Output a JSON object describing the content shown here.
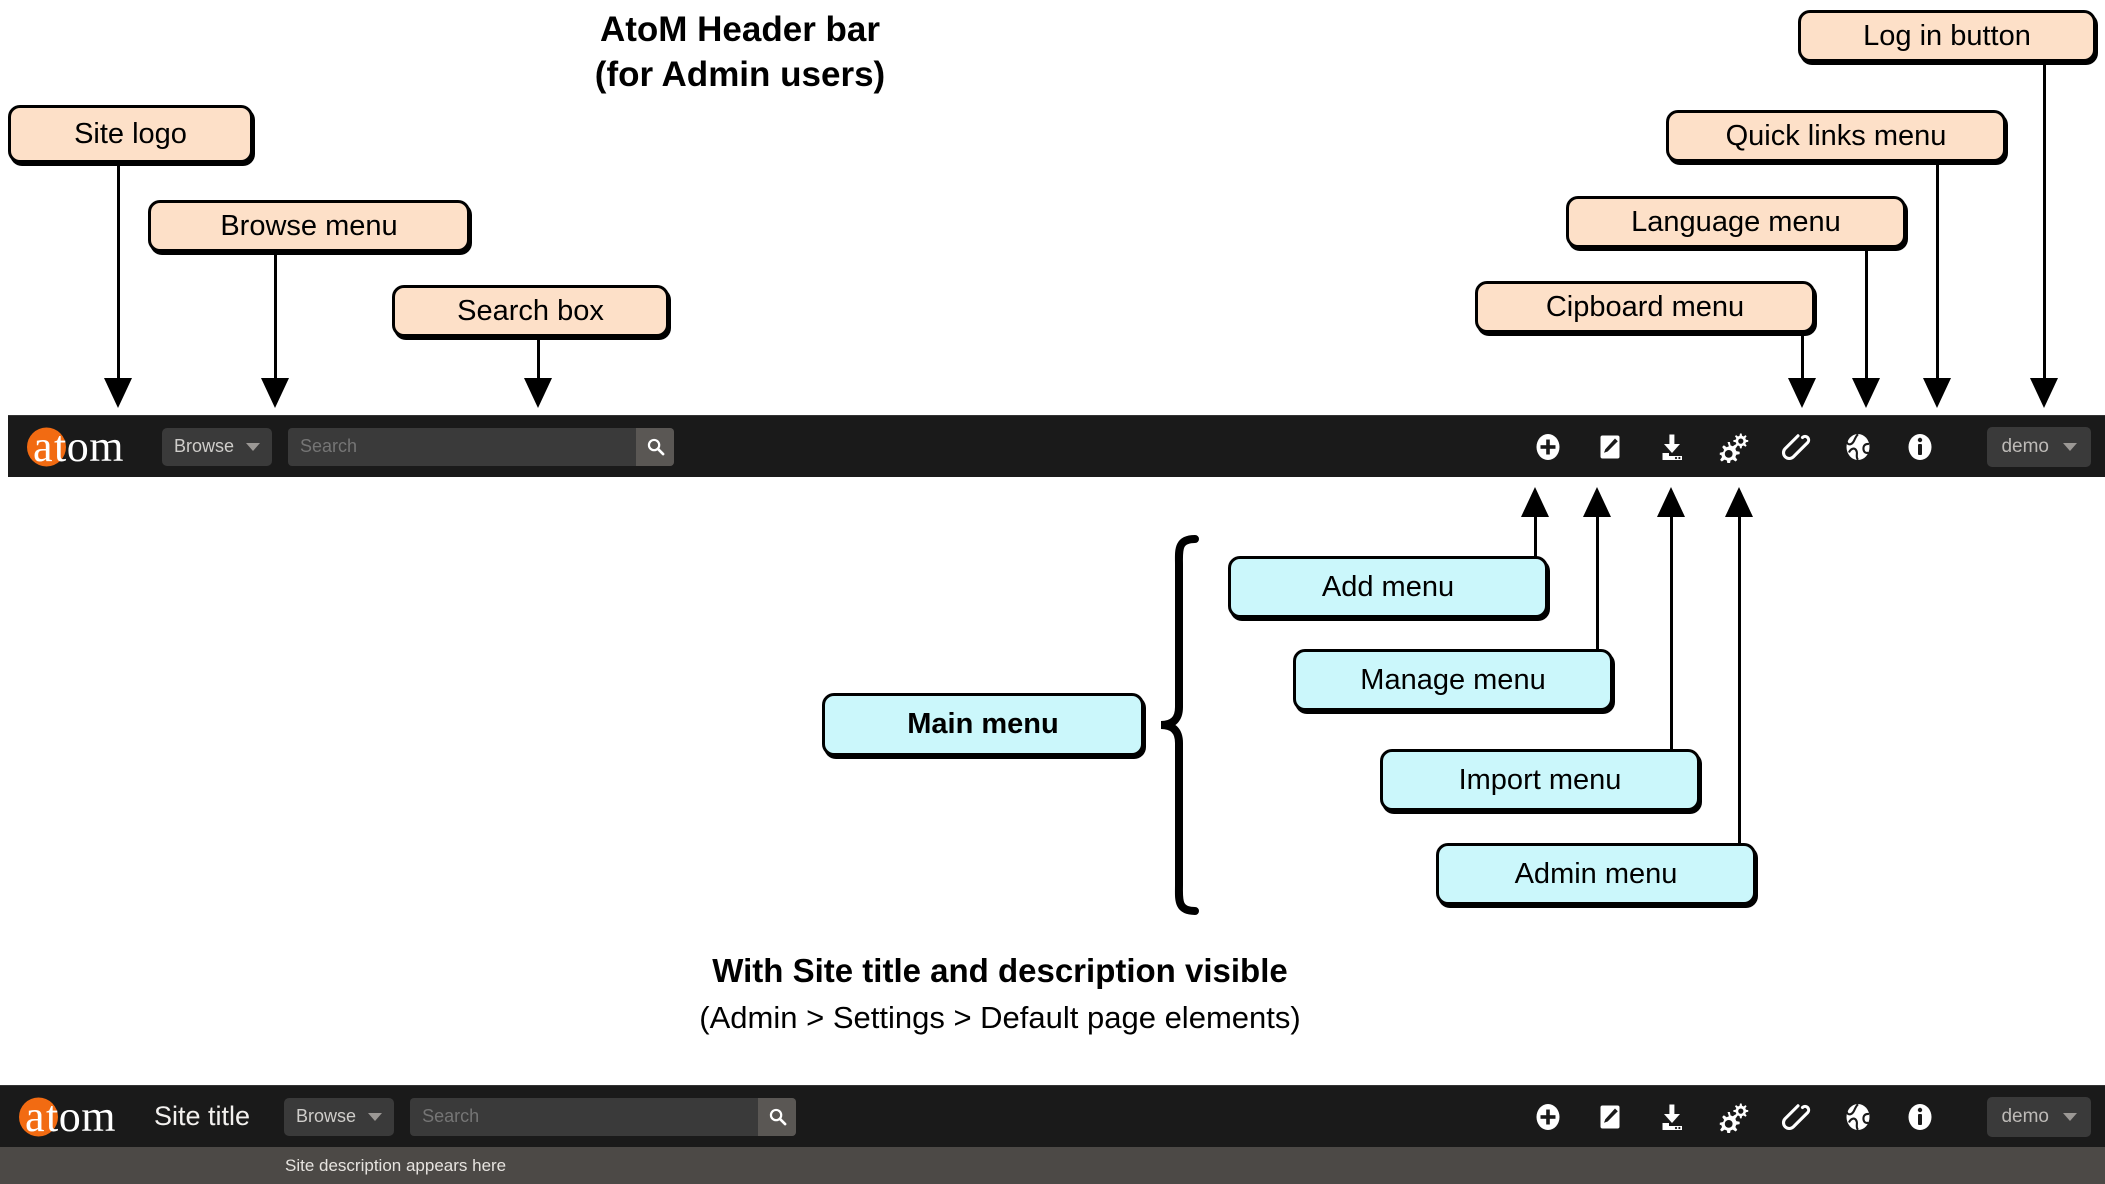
{
  "titles": {
    "main_line1": "AtoM Header bar",
    "main_line2": "(for Admin users)",
    "section_main": "With Site title and description visible",
    "section_sub": "(Admin > Settings > Default page elements)"
  },
  "callouts": {
    "site_logo": "Site logo",
    "browse_menu": "Browse menu",
    "search_box": "Search box",
    "clipboard_menu": "Cipboard menu",
    "language_menu": "Language menu",
    "quick_links_menu": "Quick links menu",
    "log_in_button": "Log in button",
    "main_menu": "Main menu",
    "add_menu": "Add menu",
    "manage_menu": "Manage menu",
    "import_menu": "Import menu",
    "admin_menu": "Admin menu"
  },
  "header_bar": {
    "logo_a": "a",
    "logo_rest": "tom",
    "browse_label": "Browse",
    "search_placeholder": "Search",
    "search_value": "",
    "user_label": "demo",
    "icons": [
      {
        "name": "add-circle-icon",
        "title": "Add menu"
      },
      {
        "name": "edit-pencil-icon",
        "title": "Manage menu"
      },
      {
        "name": "import-download-icon",
        "title": "Import menu"
      },
      {
        "name": "gears-admin-icon",
        "title": "Admin menu"
      },
      {
        "name": "paperclip-clipboard-icon",
        "title": "Clipboard menu"
      },
      {
        "name": "globe-language-icon",
        "title": "Language menu"
      },
      {
        "name": "info-quicklinks-icon",
        "title": "Quick links menu"
      }
    ]
  },
  "header_bar_with_title": {
    "logo_a": "a",
    "logo_rest": "tom",
    "site_title": "Site title",
    "browse_label": "Browse",
    "search_placeholder": "Search",
    "search_value": "",
    "user_label": "demo",
    "site_description": "Site description appears here"
  },
  "colors": {
    "callout_peach": "#fde0c8",
    "callout_cyan": "#cbf7fb",
    "bar_background": "#1a1a1a",
    "description_bar": "#4c4946",
    "logo_orange": "#f26b12"
  }
}
